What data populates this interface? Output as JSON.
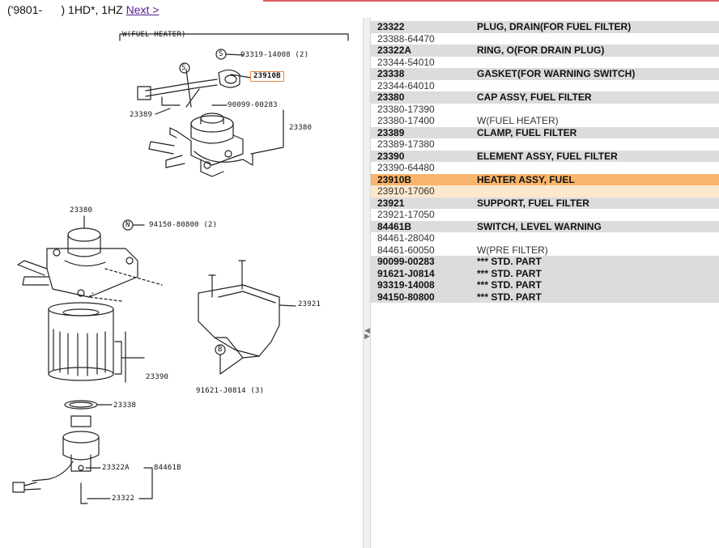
{
  "header": {
    "text": "('9801-      ) 1HD*, 1HZ ",
    "next_link": "Next >"
  },
  "diagram": {
    "labels": {
      "heater_group": "W(FUEL HEATER)",
      "n_23380_top": "23380",
      "n_23389": "23389",
      "n_93319": "93319-14008 (2)",
      "n_23910B": "23910B",
      "n_90099": "90099-00283",
      "s_mark1": "S",
      "s_mark2": "S",
      "n_23380_mid": "23380",
      "n_94150": "94150-80800 (2)",
      "n_mark": "N",
      "n_23921": "23921",
      "b_mark": "B",
      "n_91621": "91621-J0814 (3)",
      "n_23390": "23390",
      "n_23338": "23338",
      "n_23322A": "23322A",
      "n_84461B": "84461B",
      "n_23322": "23322"
    }
  },
  "parts": [
    {
      "no": "23322",
      "name": "PLUG, DRAIN(FOR FUEL FILTER)",
      "kind": "head"
    },
    {
      "no": "23388-64470",
      "name": "",
      "kind": "sub"
    },
    {
      "no": "23322A",
      "name": "RING, O(FOR DRAIN PLUG)",
      "kind": "head"
    },
    {
      "no": "23344-54010",
      "name": "",
      "kind": "sub"
    },
    {
      "no": "23338",
      "name": "GASKET(FOR WARNING SWITCH)",
      "kind": "head"
    },
    {
      "no": "23344-64010",
      "name": "",
      "kind": "sub"
    },
    {
      "no": "23380",
      "name": "CAP ASSY, FUEL FILTER",
      "kind": "head"
    },
    {
      "no": "23380-17390",
      "name": "",
      "kind": "sub"
    },
    {
      "no": "23380-17400",
      "name": "W(FUEL HEATER)",
      "kind": "sub"
    },
    {
      "no": "23389",
      "name": "CLAMP, FUEL FILTER",
      "kind": "head"
    },
    {
      "no": "23389-17380",
      "name": "",
      "kind": "sub"
    },
    {
      "no": "23390",
      "name": "ELEMENT ASSY, FUEL FILTER",
      "kind": "head"
    },
    {
      "no": "23390-64480",
      "name": "",
      "kind": "sub"
    },
    {
      "no": "23910B",
      "name": "HEATER ASSY, FUEL",
      "kind": "head sel"
    },
    {
      "no": "23910-17060",
      "name": "",
      "kind": "sub selsub"
    },
    {
      "no": "23921",
      "name": "SUPPORT, FUEL FILTER",
      "kind": "head"
    },
    {
      "no": "23921-17050",
      "name": "",
      "kind": "sub"
    },
    {
      "no": "84461B",
      "name": "SWITCH, LEVEL WARNING",
      "kind": "head"
    },
    {
      "no": "84461-28040",
      "name": "",
      "kind": "sub"
    },
    {
      "no": "84461-60050",
      "name": "W(PRE FILTER)",
      "kind": "sub"
    },
    {
      "no": "90099-00283",
      "name": "*** STD. PART",
      "kind": "std"
    },
    {
      "no": "91621-J0814",
      "name": "*** STD. PART",
      "kind": "std"
    },
    {
      "no": "93319-14008",
      "name": "*** STD. PART",
      "kind": "std"
    },
    {
      "no": "94150-80800",
      "name": "*** STD. PART",
      "kind": "std"
    }
  ],
  "colors": {
    "selected_row": "#f9b56b",
    "selected_sub_row": "#fde7cd",
    "header_row": "#dcdcdc",
    "link": "#551a8b",
    "callout_highlight": "#e8874a"
  }
}
